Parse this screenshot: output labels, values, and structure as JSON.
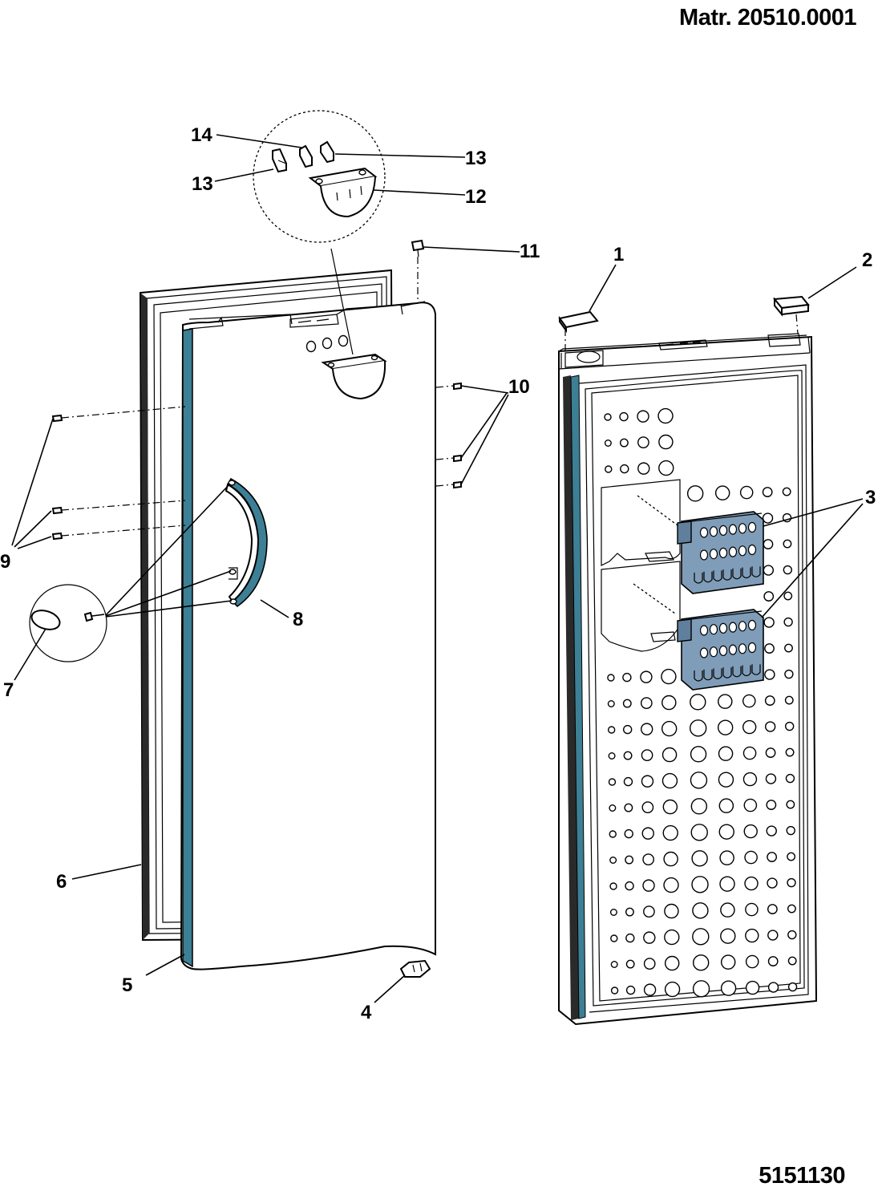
{
  "header": {
    "material_number": "Matr. 20510.0001",
    "document_number": "5151130"
  },
  "callouts": [
    "1",
    "2",
    "3",
    "4",
    "5",
    "6",
    "7",
    "8",
    "9",
    "10",
    "11",
    "12",
    "13",
    "13",
    "14"
  ],
  "colors": {
    "line": "#000000",
    "gasket_blue": "#3d7f95",
    "bin_blue": "#7f9db8",
    "background": "#ffffff"
  }
}
